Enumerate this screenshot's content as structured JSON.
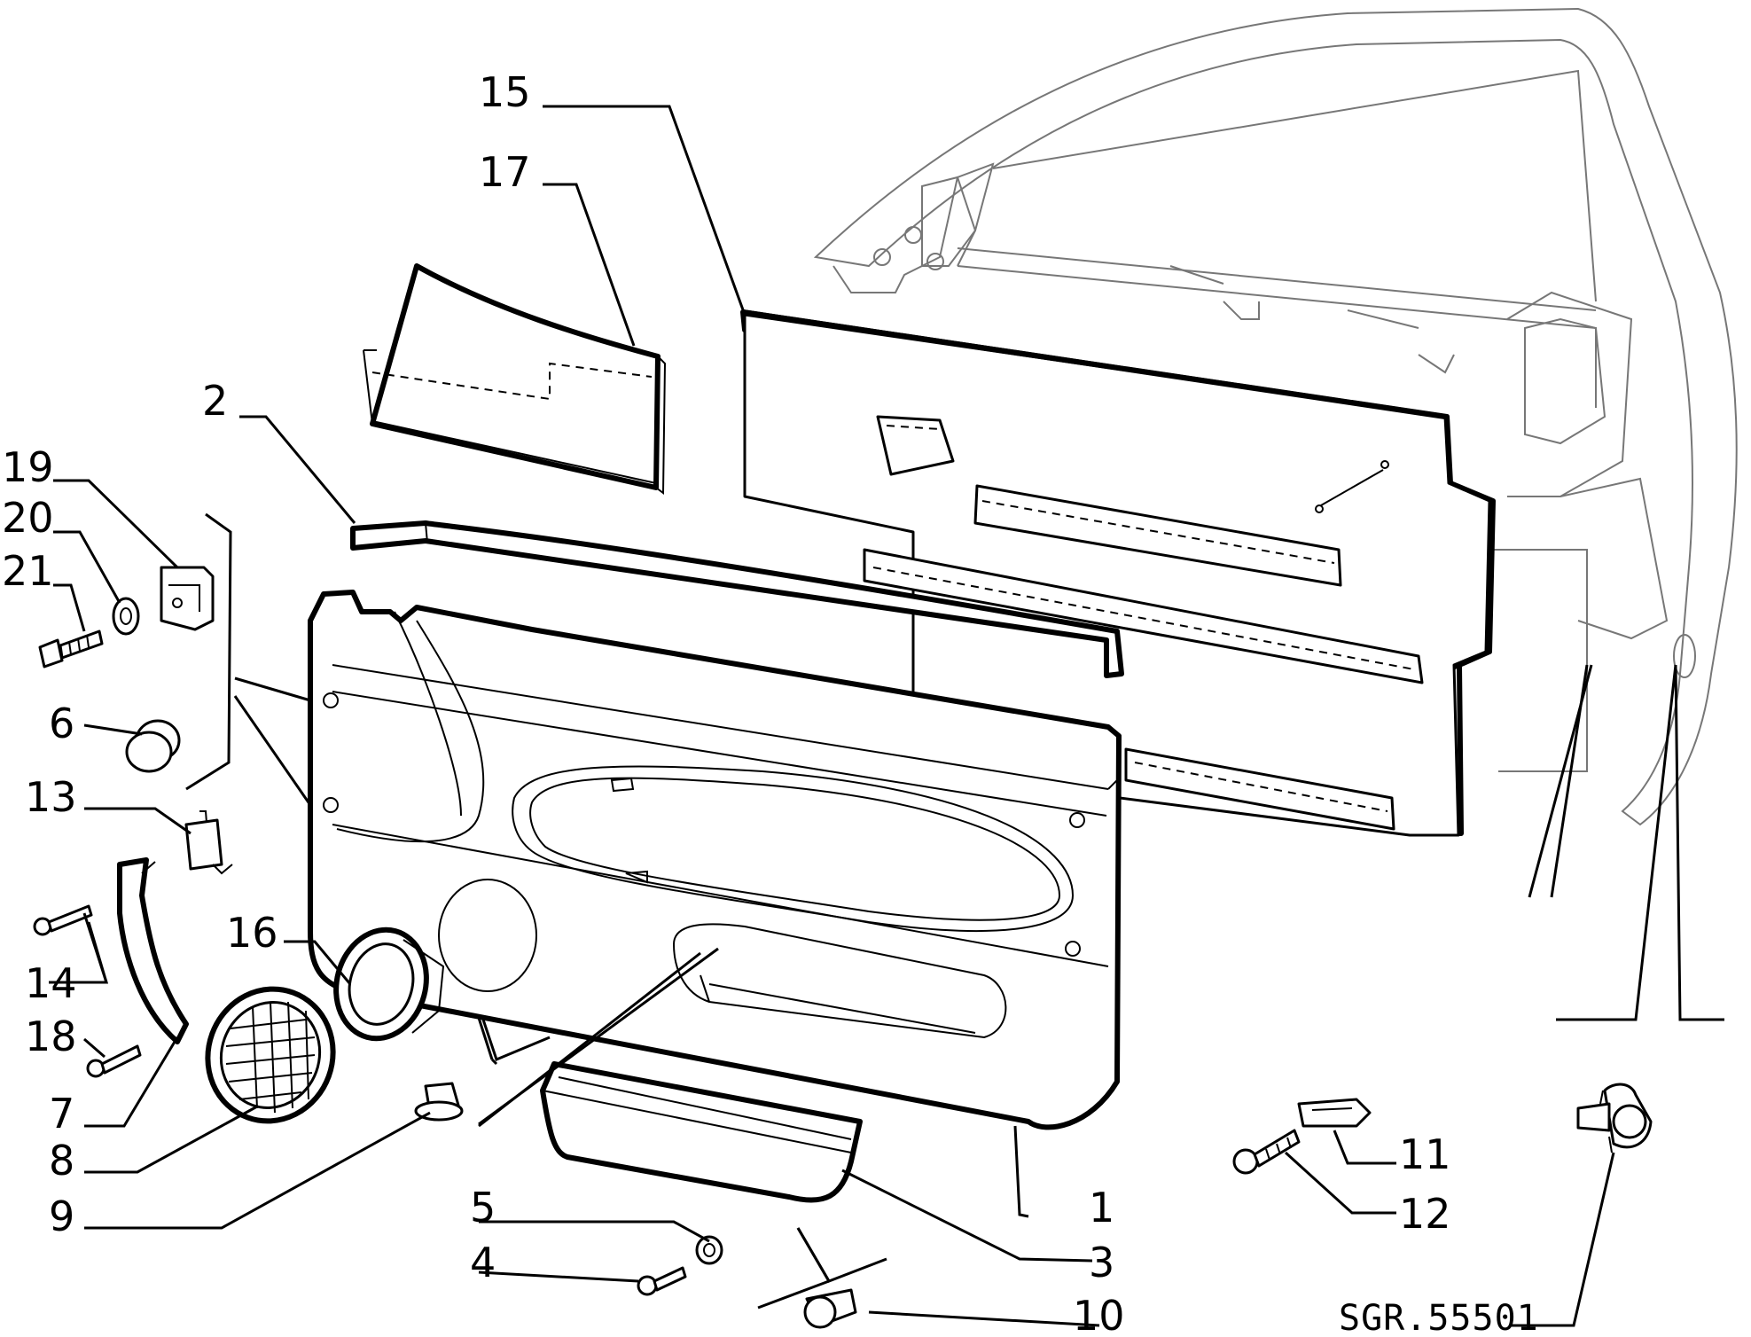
{
  "callouts": [
    {
      "id": "1",
      "label": "1"
    },
    {
      "id": "2",
      "label": "2"
    },
    {
      "id": "3",
      "label": "3"
    },
    {
      "id": "4",
      "label": "4"
    },
    {
      "id": "5",
      "label": "5"
    },
    {
      "id": "6",
      "label": "6"
    },
    {
      "id": "7",
      "label": "7"
    },
    {
      "id": "8",
      "label": "8"
    },
    {
      "id": "9",
      "label": "9"
    },
    {
      "id": "10",
      "label": "10"
    },
    {
      "id": "11",
      "label": "11"
    },
    {
      "id": "12",
      "label": "12"
    },
    {
      "id": "13",
      "label": "13"
    },
    {
      "id": "14",
      "label": "14"
    },
    {
      "id": "15",
      "label": "15"
    },
    {
      "id": "16",
      "label": "16"
    },
    {
      "id": "17",
      "label": "17"
    },
    {
      "id": "18",
      "label": "18"
    },
    {
      "id": "19",
      "label": "19"
    },
    {
      "id": "20",
      "label": "20"
    },
    {
      "id": "21",
      "label": "21"
    }
  ],
  "drawing_reference": "SGR.55501"
}
